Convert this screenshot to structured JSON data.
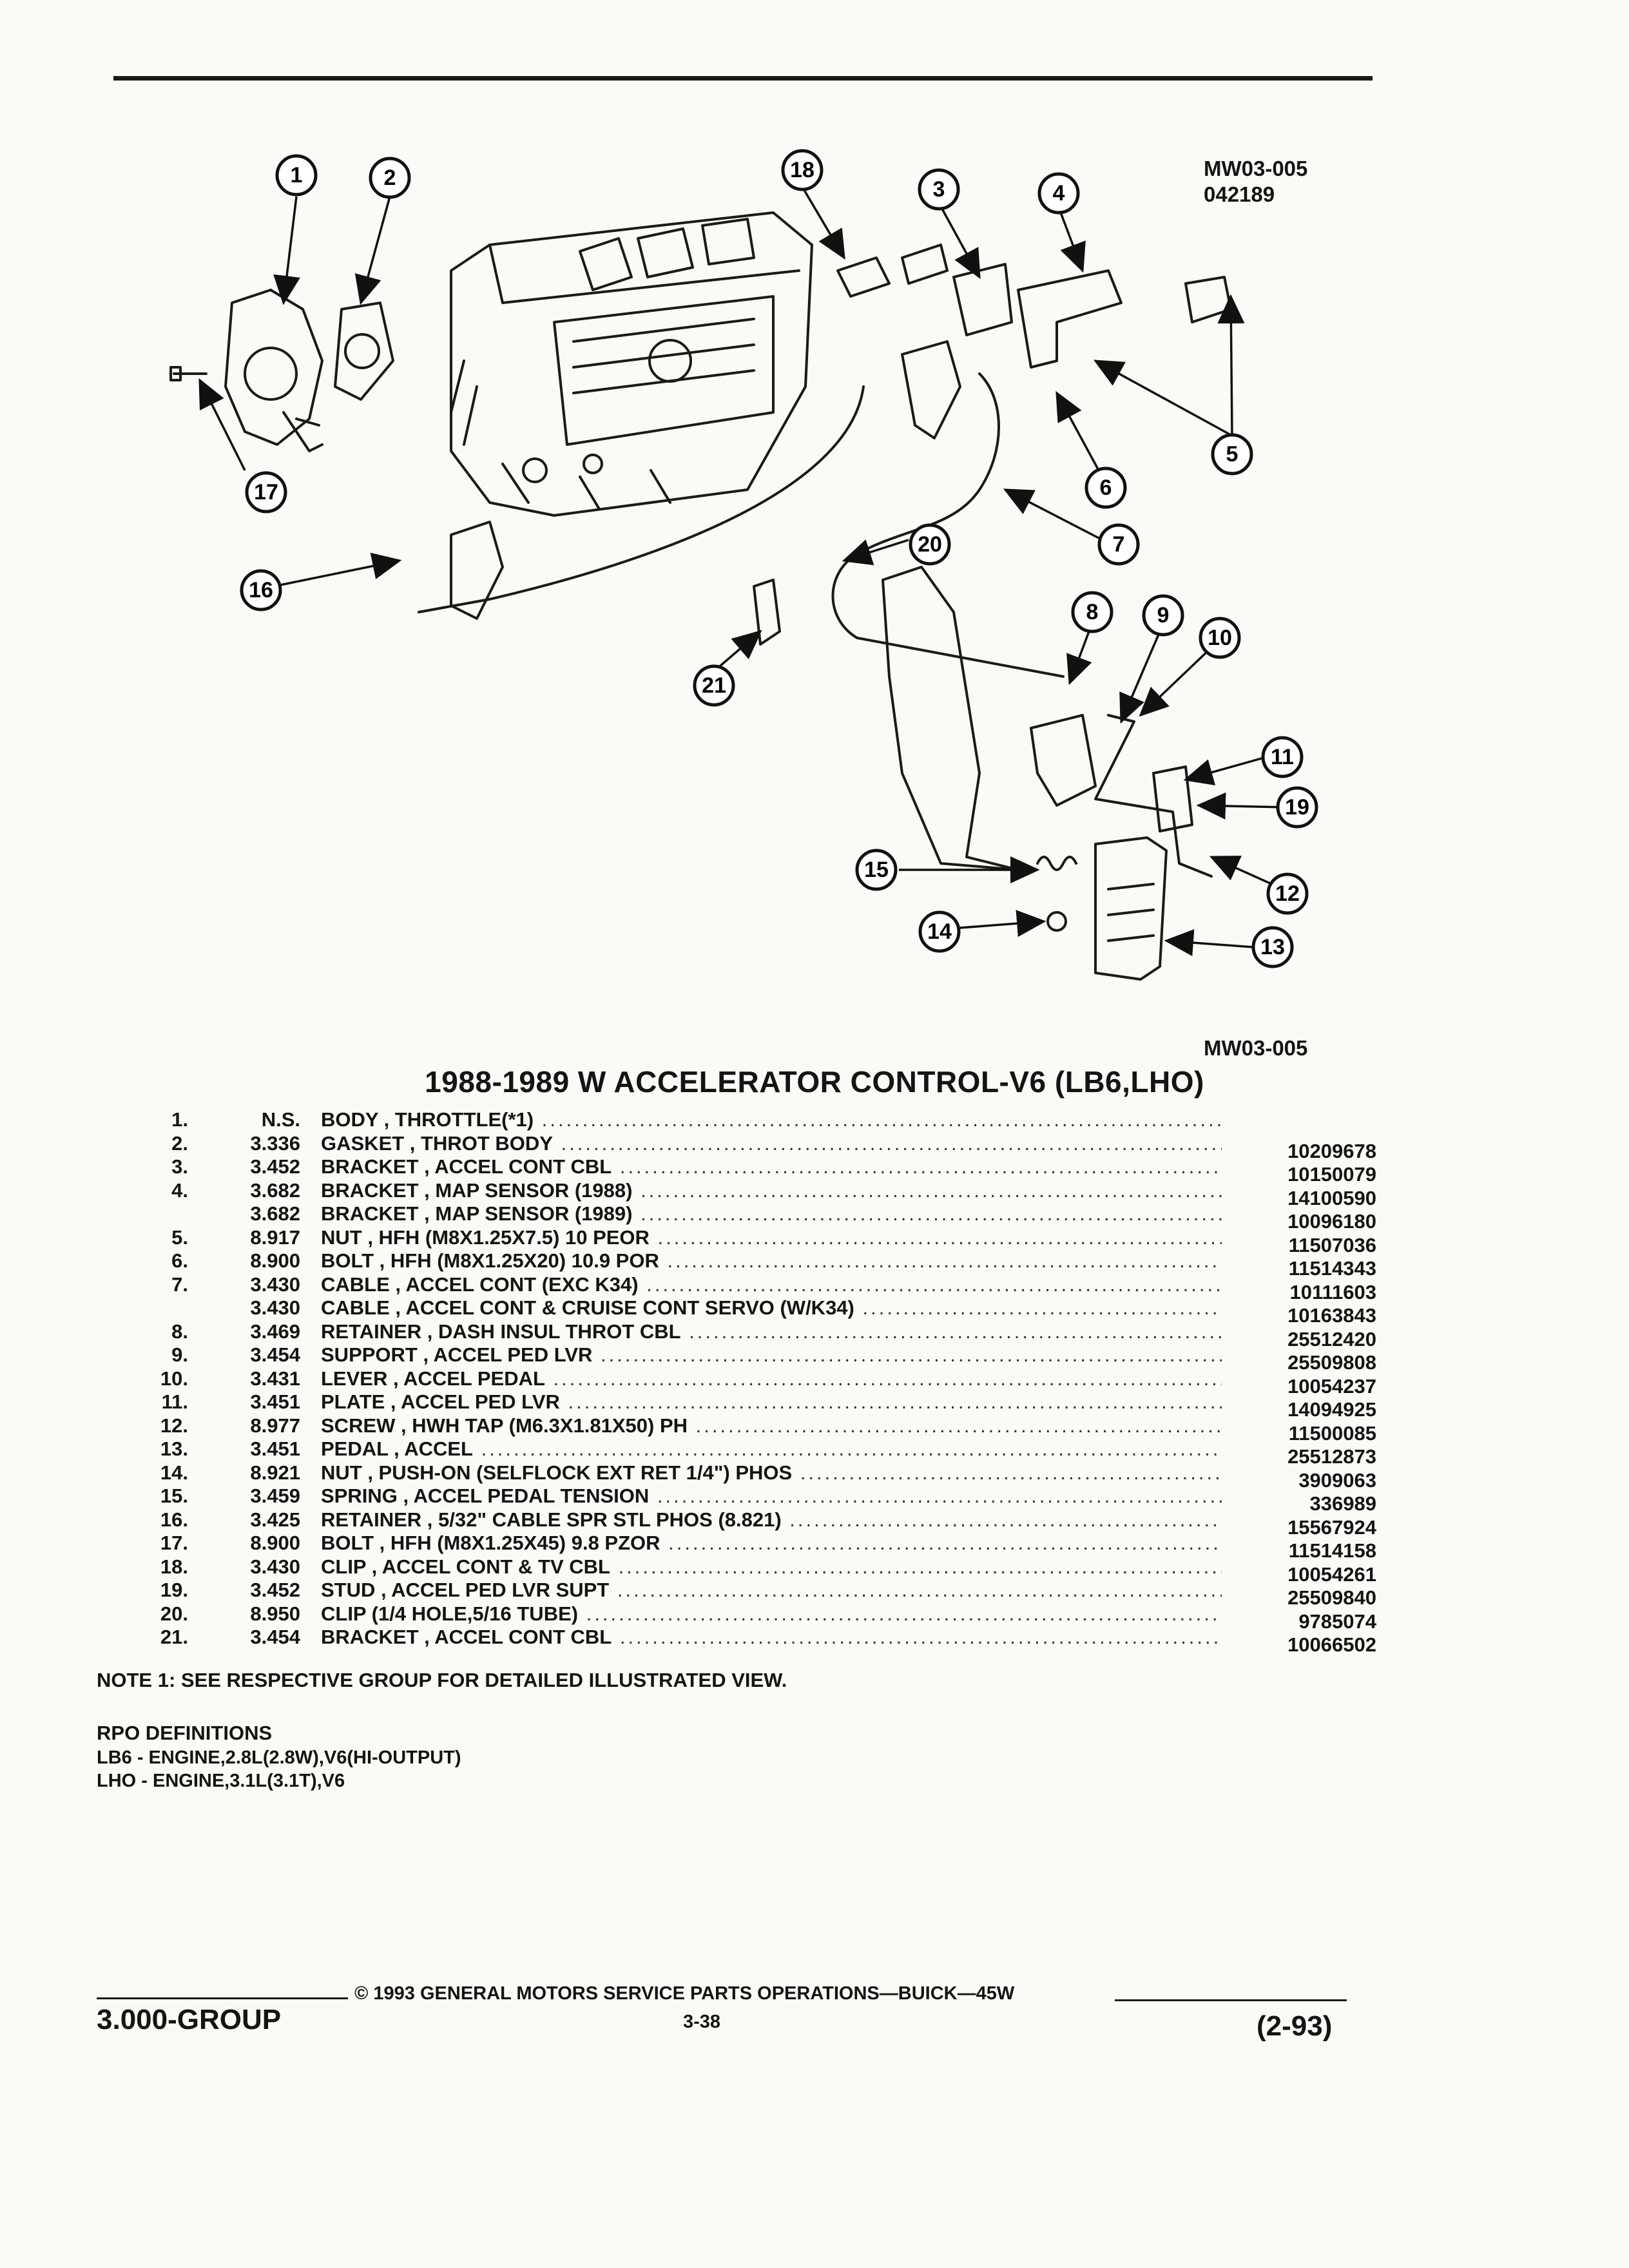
{
  "figure": {
    "id_top": "MW03-005",
    "code_top": "042189",
    "id_bottom": "MW03-005"
  },
  "title": "1988-1989 W ACCELERATOR CONTROL-V6 (LB6,LHO)",
  "callouts": [
    "1",
    "2",
    "3",
    "4",
    "5",
    "6",
    "7",
    "8",
    "9",
    "10",
    "11",
    "12",
    "13",
    "14",
    "15",
    "16",
    "17",
    "18",
    "19",
    "20",
    "21"
  ],
  "parts": [
    {
      "num": "1.",
      "group": "N.S.",
      "desc": "BODY , THROTTLE(*1)",
      "pn": ""
    },
    {
      "num": "2.",
      "group": "3.336",
      "desc": "GASKET , THROT BODY",
      "pn": "10209678"
    },
    {
      "num": "3.",
      "group": "3.452",
      "desc": "BRACKET , ACCEL CONT CBL",
      "pn": "10150079"
    },
    {
      "num": "4.",
      "group": "3.682",
      "desc": "BRACKET , MAP SENSOR (1988)",
      "pn": "14100590"
    },
    {
      "num": "",
      "group": "3.682",
      "desc": "BRACKET , MAP SENSOR (1989)",
      "pn": "10096180"
    },
    {
      "num": "5.",
      "group": "8.917",
      "desc": "NUT , HFH (M8X1.25X7.5) 10 PEOR",
      "pn": "11507036"
    },
    {
      "num": "6.",
      "group": "8.900",
      "desc": "BOLT , HFH (M8X1.25X20) 10.9 POR",
      "pn": "11514343"
    },
    {
      "num": "7.",
      "group": "3.430",
      "desc": "CABLE , ACCEL CONT (EXC K34)",
      "pn": "10111603"
    },
    {
      "num": "",
      "group": "3.430",
      "desc": "CABLE , ACCEL CONT & CRUISE CONT SERVO (W/K34)",
      "pn": "10163843"
    },
    {
      "num": "8.",
      "group": "3.469",
      "desc": "RETAINER , DASH INSUL THROT CBL",
      "pn": "25512420"
    },
    {
      "num": "9.",
      "group": "3.454",
      "desc": "SUPPORT , ACCEL PED LVR",
      "pn": "25509808"
    },
    {
      "num": "10.",
      "group": "3.431",
      "desc": "LEVER , ACCEL PEDAL",
      "pn": "10054237"
    },
    {
      "num": "11.",
      "group": "3.451",
      "desc": "PLATE , ACCEL PED LVR",
      "pn": "14094925"
    },
    {
      "num": "12.",
      "group": "8.977",
      "desc": "SCREW , HWH TAP (M6.3X1.81X50) PH",
      "pn": "11500085"
    },
    {
      "num": "13.",
      "group": "3.451",
      "desc": "PEDAL , ACCEL",
      "pn": "25512873"
    },
    {
      "num": "14.",
      "group": "8.921",
      "desc": "NUT , PUSH-ON (SELFLOCK EXT RET 1/4\") PHOS",
      "pn": "3909063"
    },
    {
      "num": "15.",
      "group": "3.459",
      "desc": "SPRING , ACCEL PEDAL TENSION",
      "pn": "336989"
    },
    {
      "num": "16.",
      "group": "3.425",
      "desc": "RETAINER , 5/32\" CABLE SPR STL PHOS (8.821)",
      "pn": "15567924"
    },
    {
      "num": "17.",
      "group": "8.900",
      "desc": "BOLT , HFH (M8X1.25X45) 9.8 PZOR",
      "pn": "11514158"
    },
    {
      "num": "18.",
      "group": "3.430",
      "desc": "CLIP , ACCEL CONT & TV CBL",
      "pn": "10054261"
    },
    {
      "num": "19.",
      "group": "3.452",
      "desc": "STUD , ACCEL PED LVR SUPT",
      "pn": "25509840"
    },
    {
      "num": "20.",
      "group": "8.950",
      "desc": "CLIP (1/4 HOLE,5/16 TUBE)",
      "pn": "9785074"
    },
    {
      "num": "21.",
      "group": "3.454",
      "desc": "BRACKET , ACCEL CONT CBL",
      "pn": "10066502"
    }
  ],
  "note": "NOTE  1:  SEE RESPECTIVE GROUP FOR DETAILED ILLUSTRATED VIEW.",
  "rpo": {
    "heading": "RPO DEFINITIONS",
    "items": [
      "LB6 - ENGINE,2.8L(2.8W),V6(HI-OUTPUT)",
      "LHO - ENGINE,3.1L(3.1T),V6"
    ]
  },
  "footer": {
    "group": "3.000-GROUP",
    "copyright": "©  1993  GENERAL MOTORS SERVICE PARTS OPERATIONS—BUICK—45W",
    "page": "3-38",
    "date": "(2-93)"
  }
}
